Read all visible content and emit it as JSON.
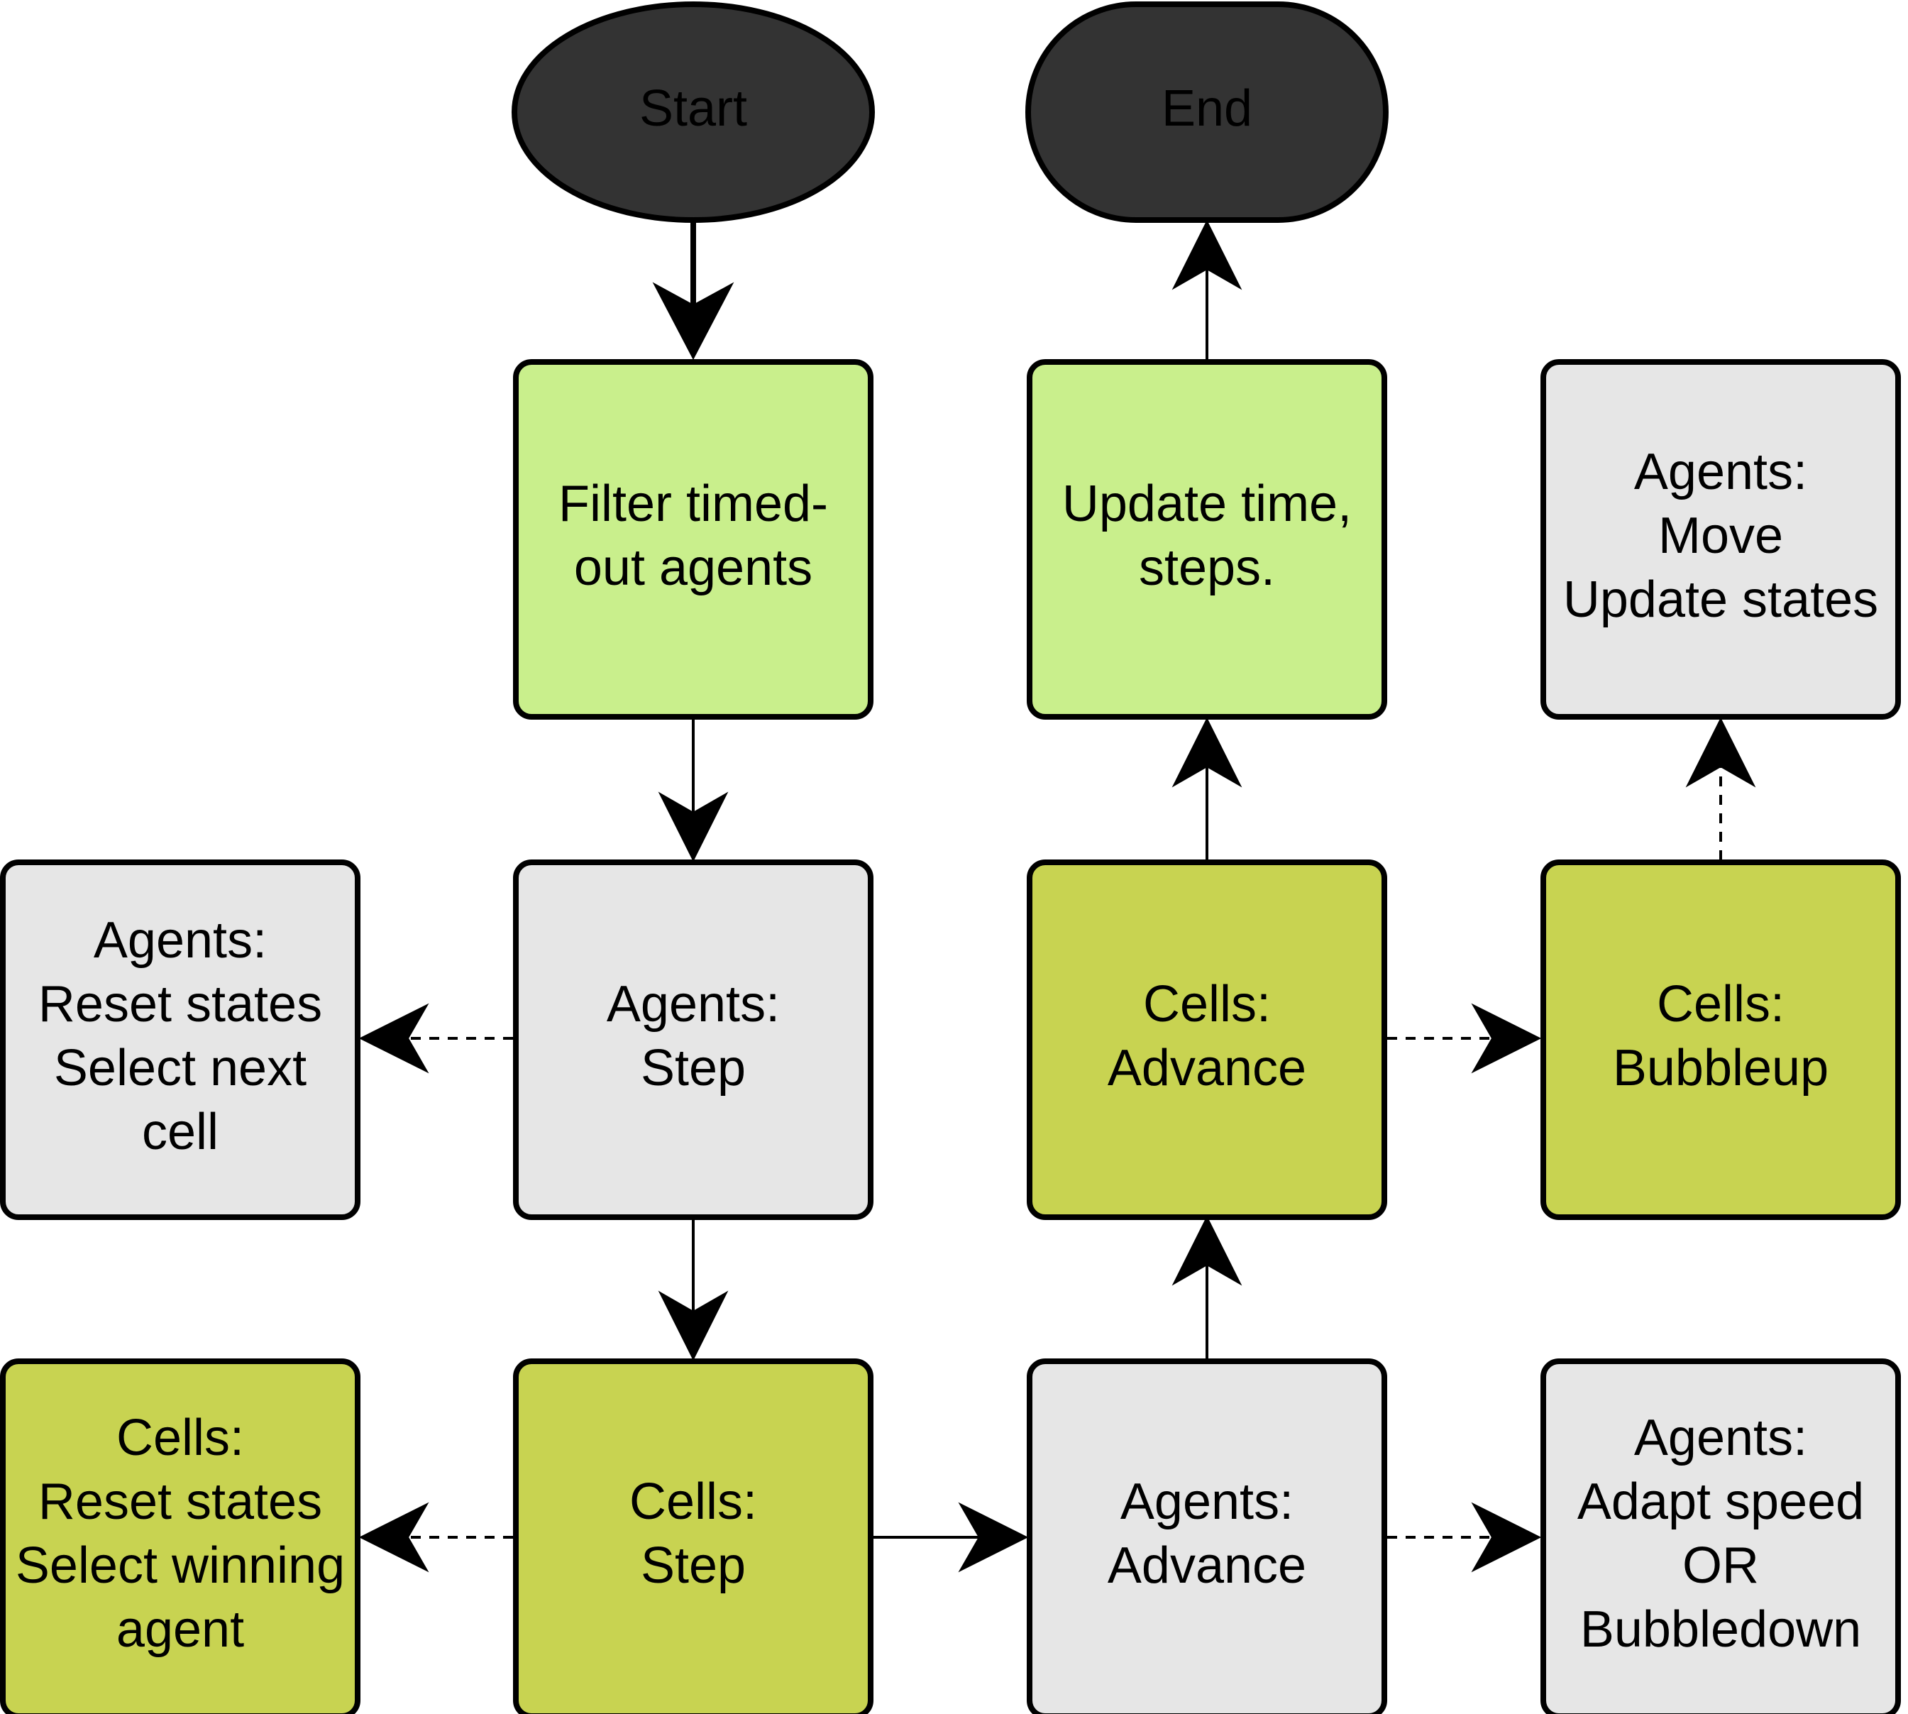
{
  "colors": {
    "terminal_fill": "#333333",
    "light_green": "#c9ef8c",
    "olive": "#c8d351",
    "gray": "#e6e6e6",
    "stroke": "#000000"
  },
  "nodes": {
    "start": {
      "lines": [
        "Start"
      ]
    },
    "end": {
      "lines": [
        "End"
      ]
    },
    "filter_timed_out": {
      "lines": [
        "Filter timed-",
        "out agents"
      ]
    },
    "update_time": {
      "lines": [
        "Update time,",
        "steps."
      ]
    },
    "agents_move": {
      "lines": [
        "Agents:",
        "Move",
        "Update states"
      ]
    },
    "agents_reset": {
      "lines": [
        "Agents:",
        "Reset states",
        "Select next",
        "cell"
      ]
    },
    "agents_step": {
      "lines": [
        "Agents:",
        "Step"
      ]
    },
    "cells_advance": {
      "lines": [
        "Cells:",
        "Advance"
      ]
    },
    "cells_bubbleup": {
      "lines": [
        "Cells:",
        "Bubbleup"
      ]
    },
    "cells_reset": {
      "lines": [
        "Cells:",
        "Reset states",
        "Select winning",
        "agent"
      ]
    },
    "cells_step": {
      "lines": [
        "Cells:",
        "Step"
      ]
    },
    "agents_advance": {
      "lines": [
        "Agents:",
        "Advance"
      ]
    },
    "agents_adapt": {
      "lines": [
        "Agents:",
        "Adapt speed",
        "OR",
        "Bubbledown"
      ]
    }
  },
  "edges": [
    {
      "from": "start",
      "to": "filter_timed_out",
      "style": "solid"
    },
    {
      "from": "filter_timed_out",
      "to": "agents_step",
      "style": "solid"
    },
    {
      "from": "agents_step",
      "to": "agents_reset",
      "style": "dashed"
    },
    {
      "from": "agents_step",
      "to": "cells_step",
      "style": "solid"
    },
    {
      "from": "cells_step",
      "to": "cells_reset",
      "style": "dashed"
    },
    {
      "from": "cells_step",
      "to": "agents_advance",
      "style": "solid"
    },
    {
      "from": "agents_advance",
      "to": "agents_adapt",
      "style": "dashed"
    },
    {
      "from": "agents_advance",
      "to": "cells_advance",
      "style": "solid"
    },
    {
      "from": "cells_advance",
      "to": "cells_bubbleup",
      "style": "dashed"
    },
    {
      "from": "cells_bubbleup",
      "to": "agents_move",
      "style": "dashed"
    },
    {
      "from": "cells_advance",
      "to": "update_time",
      "style": "solid"
    },
    {
      "from": "update_time",
      "to": "end",
      "style": "solid"
    }
  ]
}
